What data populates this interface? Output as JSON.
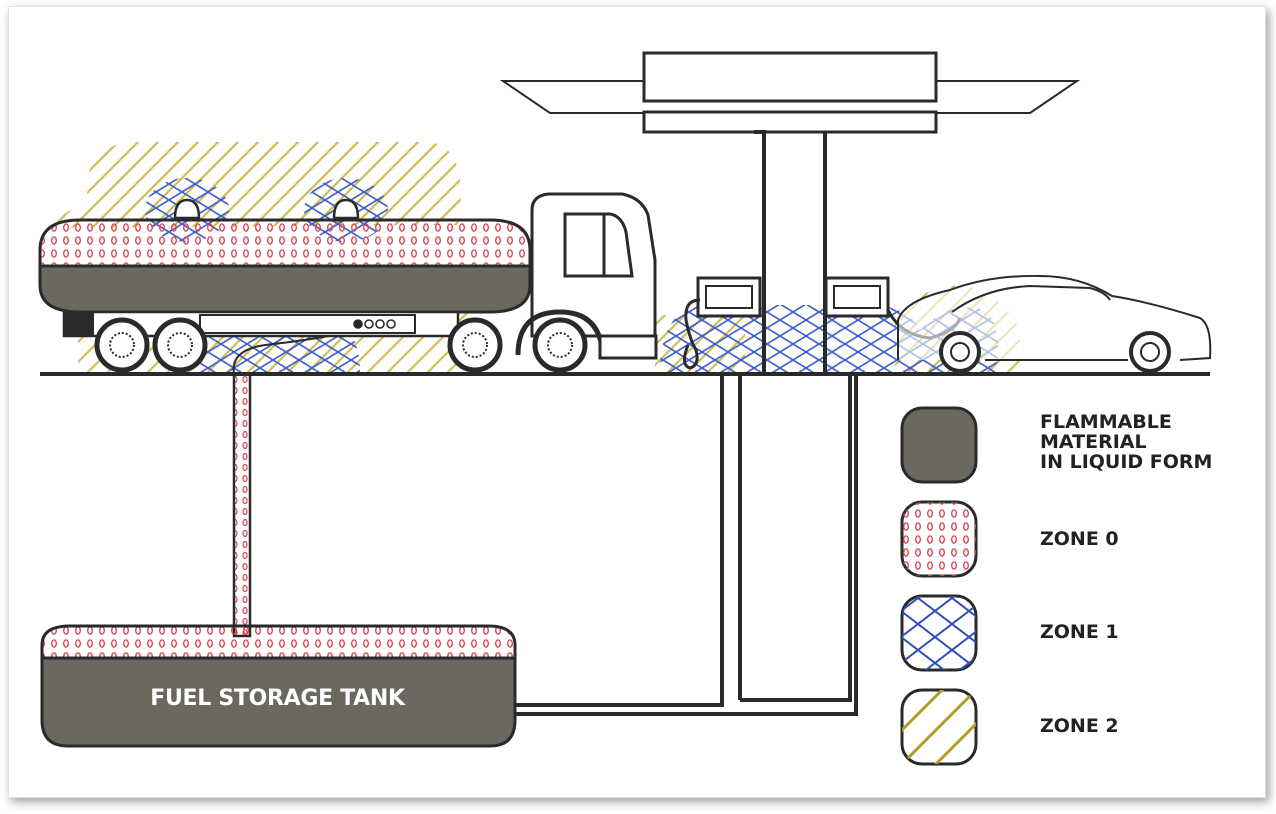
{
  "diagram": {
    "tank_label": "FUEL STORAGE TANK",
    "legend": [
      {
        "key": "liquid",
        "label": "FLAMMABLE\nMATERIAL\nIN LIQUID FORM"
      },
      {
        "key": "zone0",
        "label": "ZONE 0"
      },
      {
        "key": "zone1",
        "label": "ZONE 1"
      },
      {
        "key": "zone2",
        "label": "ZONE 2"
      }
    ],
    "colors": {
      "liquid": "#6b6860",
      "outline": "#2a2a2a",
      "zone0_dots": "#d9475a",
      "zone1_mesh": "#2f4fb8",
      "zone2_hatch": "#c8b43a"
    }
  }
}
